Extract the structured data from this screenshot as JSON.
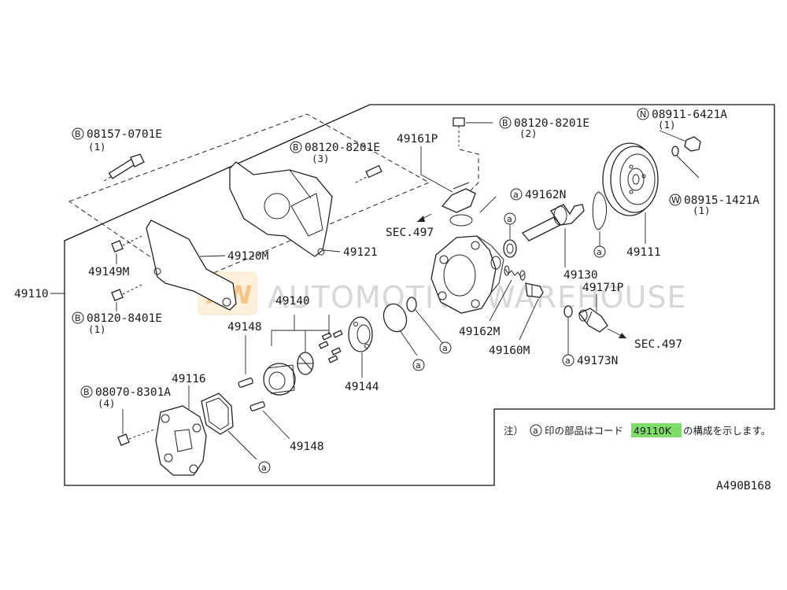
{
  "diagram_code": "A490B168",
  "watermark": {
    "text": "AUTOMOTIVE WAREHOUSE",
    "logo": "AW"
  },
  "assembly_label": "49110",
  "sec_label": "SEC.497",
  "symbol_letters": {
    "bolt": "B",
    "nut": "N",
    "washer": "W",
    "kit": "a"
  },
  "parts": {
    "bolt_08157": {
      "number": "08157-0701E",
      "qty": "(1)"
    },
    "bolt_08120_top": {
      "number": "08120-8201E",
      "qty": "(2)"
    },
    "bolt_08120_bracket": {
      "number": "08120-8201E",
      "qty": "(3)"
    },
    "nut_08911": {
      "number": "08911-6421A",
      "qty": "(1)"
    },
    "washer_08915": {
      "number": "08915-1421A",
      "qty": "(1)"
    },
    "bolt_08120_8401": {
      "number": "08120-8401E",
      "qty": "(1)"
    },
    "bolt_08070": {
      "number": "08070-8301A",
      "qty": "(4)"
    },
    "p49161P": "49161P",
    "p49162N": "49162N",
    "p49120M": "49120M",
    "p49121": "49121",
    "p49149M": "49149M",
    "p49140": "49140",
    "p49148a": "49148",
    "p49148b": "49148",
    "p49116": "49116",
    "p49144": "49144",
    "p49162M": "49162M",
    "p49160M": "49160M",
    "p49130": "49130",
    "p49111": "49111",
    "p49171P": "49171P",
    "p49173N": "49173N"
  },
  "note": {
    "prefix": "注）",
    "symbol": "a",
    "text_before": "印の部品はコード",
    "highlight": "49110K",
    "text_after": "の構成を示します。",
    "highlight_color": "#7ddc6a"
  }
}
